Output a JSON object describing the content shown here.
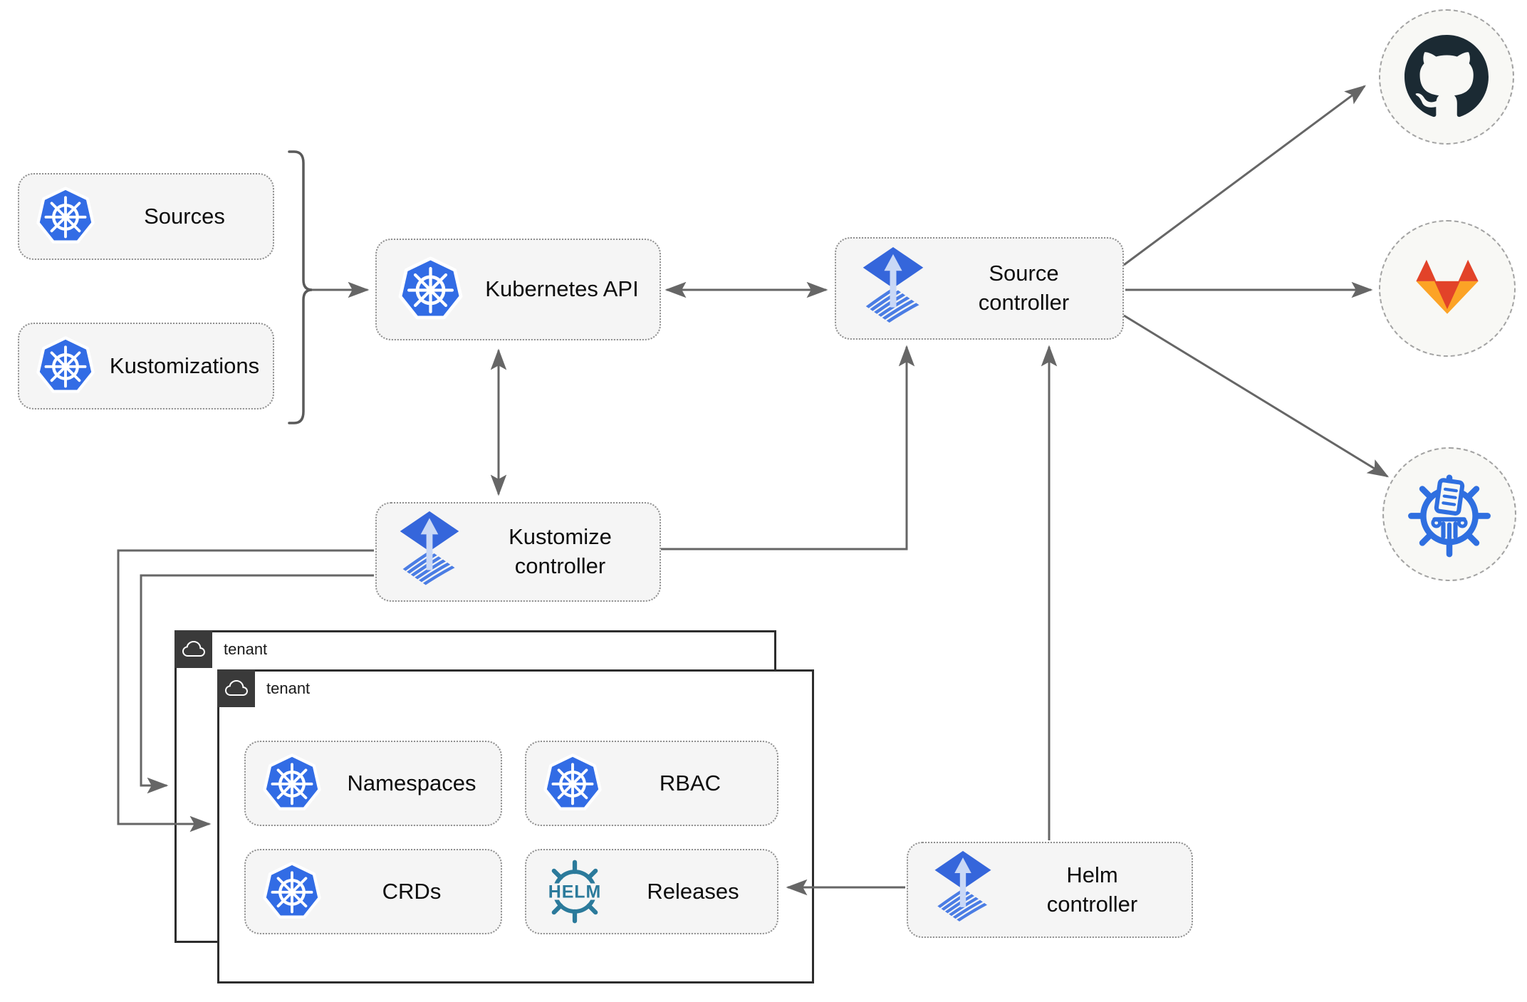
{
  "nodes": {
    "sources": {
      "label": "Sources"
    },
    "kustomizations": {
      "label": "Kustomizations"
    },
    "kubernetes_api": {
      "label": "Kubernetes API"
    },
    "source_controller": {
      "line1": "Source",
      "line2": "controller"
    },
    "kustomize_controller": {
      "line1": "Kustomize",
      "line2": "controller"
    },
    "helm_controller": {
      "line1": "Helm",
      "line2": "controller"
    },
    "namespaces": {
      "label": "Namespaces"
    },
    "rbac": {
      "label": "RBAC"
    },
    "crds": {
      "label": "CRDs"
    },
    "releases": {
      "label": "Releases",
      "helm_logo_text": "HELM"
    }
  },
  "tenants": {
    "outer": {
      "label": "tenant"
    },
    "inner": {
      "label": "tenant"
    }
  },
  "icons": {
    "kubernetes": "kubernetes-icon",
    "flux": "flux-icon",
    "helm": "helm-wheel-icon",
    "cloud": "cloud-icon",
    "github": "github-icon",
    "gitlab": "gitlab-icon",
    "bucket": "bucket-registry-icon"
  },
  "colors": {
    "kubernetes_blue": "#326ce5",
    "flux_diamond_blue": "#3566db",
    "flux_stripe_blue": "#4b7de4",
    "flux_arrow_light": "#c9d8f6",
    "helm_teal": "#2b7a9b",
    "github_dark": "#1b2a33",
    "gitlab_red": "#e24329",
    "gitlab_orange": "#fca326",
    "bucket_blue": "#2f6fe0",
    "node_fill": "#f5f5f5",
    "node_border": "#8f8f8f",
    "tenant_border": "#2d2d2d",
    "tenant_tag_bg": "#3a3a3a",
    "edge_gray": "#666666"
  }
}
